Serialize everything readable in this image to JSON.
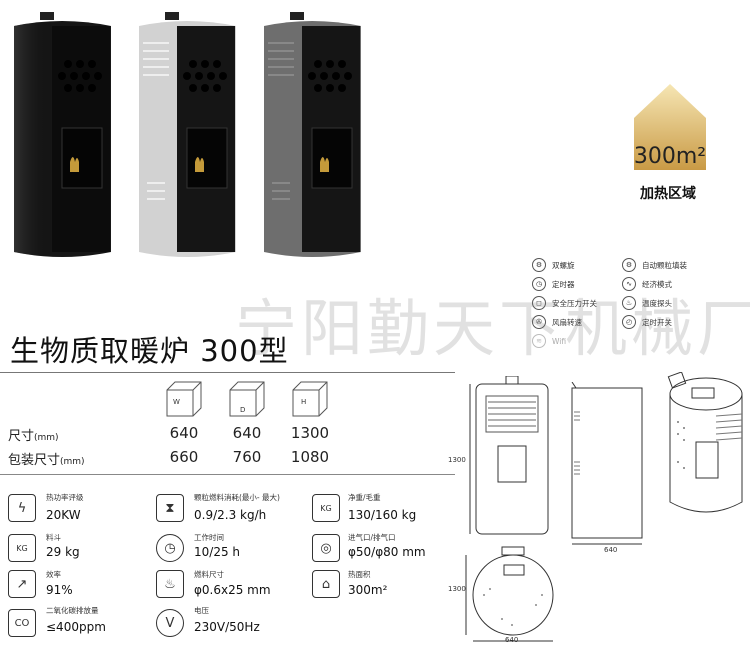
{
  "title": "生物质取暖炉 300型",
  "watermark": "宁阳勤天下机械厂",
  "heating_area": {
    "value": "300m²",
    "label": "加热区域"
  },
  "stoves": [
    {
      "name": "black",
      "body": "#1a1a1a",
      "front": "#111111"
    },
    {
      "name": "silver",
      "body": "#c9c9c9",
      "front": "#1a1a1a"
    },
    {
      "name": "grey",
      "body": "#6e6e6e",
      "front": "#1a1a1a"
    }
  ],
  "features": [
    {
      "label": "双螺旋",
      "icon": "twin-screw-icon"
    },
    {
      "label": "自动颗粒填装",
      "icon": "auto-feed-icon"
    },
    {
      "label": "定时器",
      "icon": "timer-icon"
    },
    {
      "label": "经济模式",
      "icon": "eco-mode-icon"
    },
    {
      "label": "安全压力开关",
      "icon": "pressure-switch-icon"
    },
    {
      "label": "温度探头",
      "icon": "temperature-probe-icon"
    },
    {
      "label": "风扇转速",
      "icon": "fan-speed-icon"
    },
    {
      "label": "定时开关",
      "icon": "timer-switch-icon"
    },
    {
      "label": "Wifi",
      "icon": "wifi-icon"
    }
  ],
  "dimensions": {
    "cube_labels": [
      "W",
      "D",
      "H"
    ],
    "size_label": "尺寸",
    "size_unit": "(mm)",
    "size_values": [
      "640",
      "640",
      "1300"
    ],
    "pack_label": "包装尺寸",
    "pack_unit": "(mm)",
    "pack_values": [
      "660",
      "760",
      "1080"
    ]
  },
  "specs": [
    {
      "label": "热功率评级",
      "value": "20KW",
      "icon": "power-icon"
    },
    {
      "label": "颗粒燃料消耗(最小- 最大)",
      "value": "0.9/2.3 kg/h",
      "icon": "hourglass-icon"
    },
    {
      "label": "净重/毛重",
      "value": "130/160 kg",
      "icon": "weight-icon"
    },
    {
      "label": "料斗",
      "value": "29 kg",
      "icon": "hopper-icon"
    },
    {
      "label": "工作时间",
      "value": "10/25 h",
      "icon": "clock-icon"
    },
    {
      "label": "进气口/排气口",
      "value": "φ50/φ80 mm",
      "icon": "vent-icon"
    },
    {
      "label": "效率",
      "value": "91%",
      "icon": "efficiency-icon"
    },
    {
      "label": "燃料尺寸",
      "value": "φ0.6x25 mm",
      "icon": "flame-icon"
    },
    {
      "label": "热面积",
      "value": "300m²",
      "icon": "house-icon"
    },
    {
      "label": "二氧化碳排放量",
      "value": "≤400ppm",
      "icon": "co-icon"
    },
    {
      "label": "电压",
      "value": "230V/50Hz",
      "icon": "voltage-icon"
    }
  ],
  "spec_icon_glyphs": {
    "power": "ϟ",
    "hourglass": "⧗",
    "weight": "KG",
    "hopper": "KG",
    "clock": "◷",
    "vent": "◎",
    "efficiency": "↗",
    "flame": "♨",
    "house": "⌂",
    "co": "CO",
    "voltage": "V"
  },
  "drawing": {
    "height_front": "1300",
    "width_front": "640",
    "height_top": "1300",
    "width_top": "640"
  }
}
